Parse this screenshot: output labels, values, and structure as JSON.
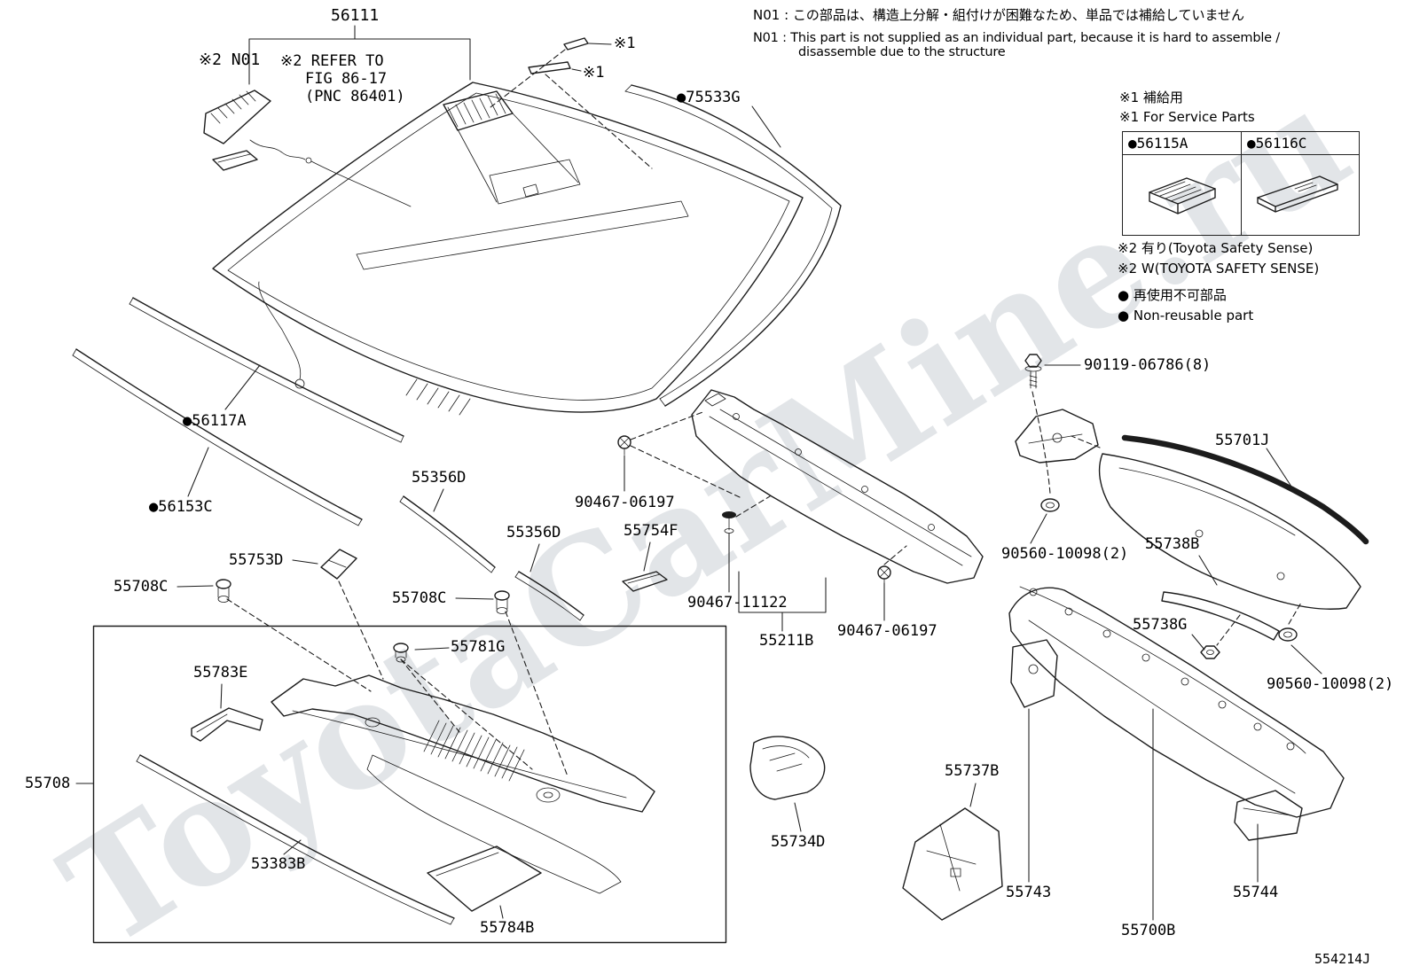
{
  "watermark": "ToyotaCarMine.ru",
  "doc_code": "554214J",
  "notes": {
    "n01_jp": "N01 : この部品は、構造上分解・組付けが困難なため、単品では補給していません",
    "n01_en1": "N01 : This part is not supplied as an individual part, because it is hard to assemble /",
    "n01_en2": "disassemble due to the structure"
  },
  "legend": {
    "service_jp": "※1 補給用",
    "service_en": "※1 For Service Parts",
    "t56115A": "●56115A",
    "t56116C": "●56116C",
    "tss_jp": "※2 有り(Toyota Safety Sense)",
    "tss_en": "※2 W(TOYOTA SAFETY SENSE)",
    "nonreusable_jp": "● 再使用不可部品",
    "nonreusable_en": "● Non-reusable part"
  },
  "labels": {
    "p56111": "56111",
    "n01_flag": "※2 N01",
    "refer_line1": "※2 REFER TO",
    "refer_line2": "FIG 86-17",
    "refer_line3": "(PNC 86401)",
    "star1": "※1",
    "p75533G": "●75533G",
    "p56117A": "●56117A",
    "p56153C": "●56153C",
    "p55356D": "55356D",
    "p55753D": "55753D",
    "p55708C": "55708C",
    "p55754F": "55754F",
    "p90467_06197": "90467-06197",
    "p90467_11122": "90467-11122",
    "p55211B": "55211B",
    "p55781G": "55781G",
    "p55783E": "55783E",
    "p55708": "55708",
    "p53383B": "53383B",
    "p55784B": "55784B",
    "p55734D": "55734D",
    "p55737B": "55737B",
    "p55743": "55743",
    "p55744": "55744",
    "p55700B": "55700B",
    "p90119_06786": "90119-06786(8)",
    "p55701J": "55701J",
    "p90560_10098": "90560-10098(2)",
    "p55738B": "55738B",
    "p55738G": "55738G"
  }
}
